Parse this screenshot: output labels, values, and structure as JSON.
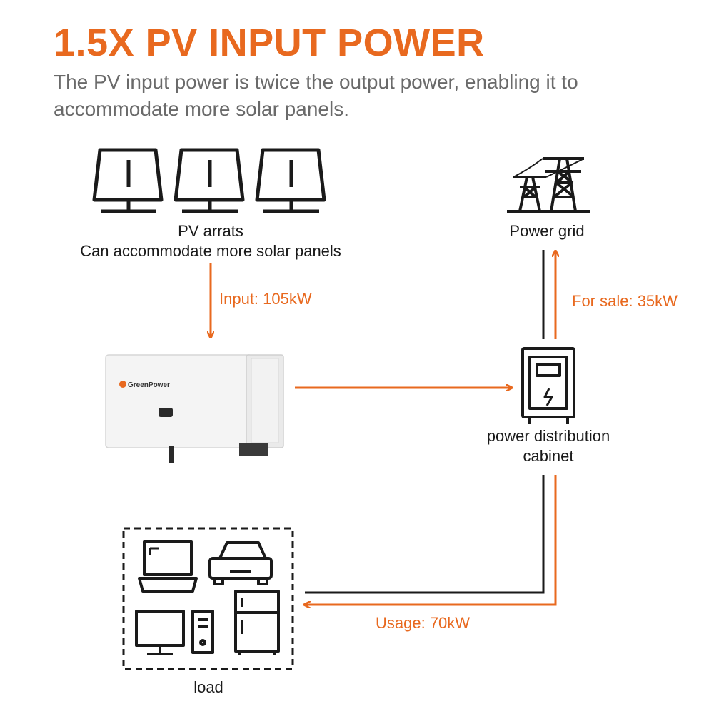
{
  "header": {
    "title": "1.5X PV INPUT POWER",
    "subtitle": "The PV input power is twice the output power, enabling it to accommodate more solar panels."
  },
  "nodes": {
    "pv_arrays": {
      "label_line1": "PV arrats",
      "label_line2": "Can accommodate more solar panels",
      "icon": "solar-panel-icon"
    },
    "power_grid": {
      "label": "Power grid",
      "icon": "transmission-tower-icon"
    },
    "inverter": {
      "brand": "GreenPower",
      "icon": "inverter-image"
    },
    "cabinet": {
      "label_line1": "power distribution",
      "label_line2": "cabinet",
      "icon": "distribution-cabinet-icon"
    },
    "load": {
      "label": "load",
      "icons": [
        "laptop-icon",
        "car-icon",
        "monitor-icon",
        "pc-tower-icon",
        "refrigerator-icon"
      ]
    }
  },
  "flows": {
    "input": "Input: 105kW",
    "sale": "For sale: 35kW",
    "usage": "Usage: 70kW"
  },
  "colors": {
    "accent": "#e8691f",
    "text": "#1a1a1a",
    "subtitle": "#6a6a6a"
  }
}
